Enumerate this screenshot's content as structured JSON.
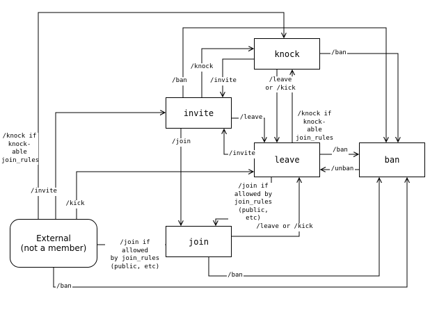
{
  "nodes": {
    "knock": {
      "label": "knock"
    },
    "invite": {
      "label": "invite"
    },
    "leave": {
      "label": "leave"
    },
    "ban": {
      "label": "ban"
    },
    "join": {
      "label": "join"
    },
    "external": {
      "label": "External\n(not a member)"
    }
  },
  "edge_labels": {
    "ext_knock": "/knock if\nknock-able\njoin_rules",
    "ext_invite": "/invite",
    "ext_leave": "/kick",
    "ext_join": "/join if allowed\nby join_rules\n(public, etc)",
    "ext_ban": "/ban",
    "invite_knock": "/knock",
    "knock_invite": "/invite",
    "invite_ban": "/ban",
    "knock_ban": "/ban",
    "knock_leave": "/leave\nor /kick",
    "leave_knock": "/knock if\nknock-able\njoin_rules",
    "invite_leave": "/leave",
    "leave_invite": "/invite",
    "leave_ban": "/ban",
    "ban_leave": "/unban",
    "invite_join": "/join",
    "leave_join": "/join if\nallowed by\njoin_rules\n(public, etc)",
    "join_leave": "/leave or /kick",
    "join_ban": "/ban"
  },
  "edges": [
    {
      "from": "external",
      "to": "knock",
      "label_key": "ext_knock"
    },
    {
      "from": "external",
      "to": "invite",
      "label_key": "ext_invite"
    },
    {
      "from": "external",
      "to": "leave",
      "label_key": "ext_leave"
    },
    {
      "from": "external",
      "to": "join",
      "label_key": "ext_join"
    },
    {
      "from": "external",
      "to": "ban",
      "label_key": "ext_ban"
    },
    {
      "from": "invite",
      "to": "knock",
      "label_key": "invite_knock"
    },
    {
      "from": "knock",
      "to": "invite",
      "label_key": "knock_invite"
    },
    {
      "from": "invite",
      "to": "ban",
      "label_key": "invite_ban"
    },
    {
      "from": "knock",
      "to": "ban",
      "label_key": "knock_ban"
    },
    {
      "from": "knock",
      "to": "leave",
      "label_key": "knock_leave"
    },
    {
      "from": "leave",
      "to": "knock",
      "label_key": "leave_knock"
    },
    {
      "from": "invite",
      "to": "leave",
      "label_key": "invite_leave"
    },
    {
      "from": "leave",
      "to": "invite",
      "label_key": "leave_invite"
    },
    {
      "from": "leave",
      "to": "ban",
      "label_key": "leave_ban"
    },
    {
      "from": "ban",
      "to": "leave",
      "label_key": "ban_leave"
    },
    {
      "from": "invite",
      "to": "join",
      "label_key": "invite_join"
    },
    {
      "from": "leave",
      "to": "join",
      "label_key": "leave_join"
    },
    {
      "from": "join",
      "to": "leave",
      "label_key": "join_leave"
    },
    {
      "from": "join",
      "to": "ban",
      "label_key": "join_ban"
    }
  ]
}
